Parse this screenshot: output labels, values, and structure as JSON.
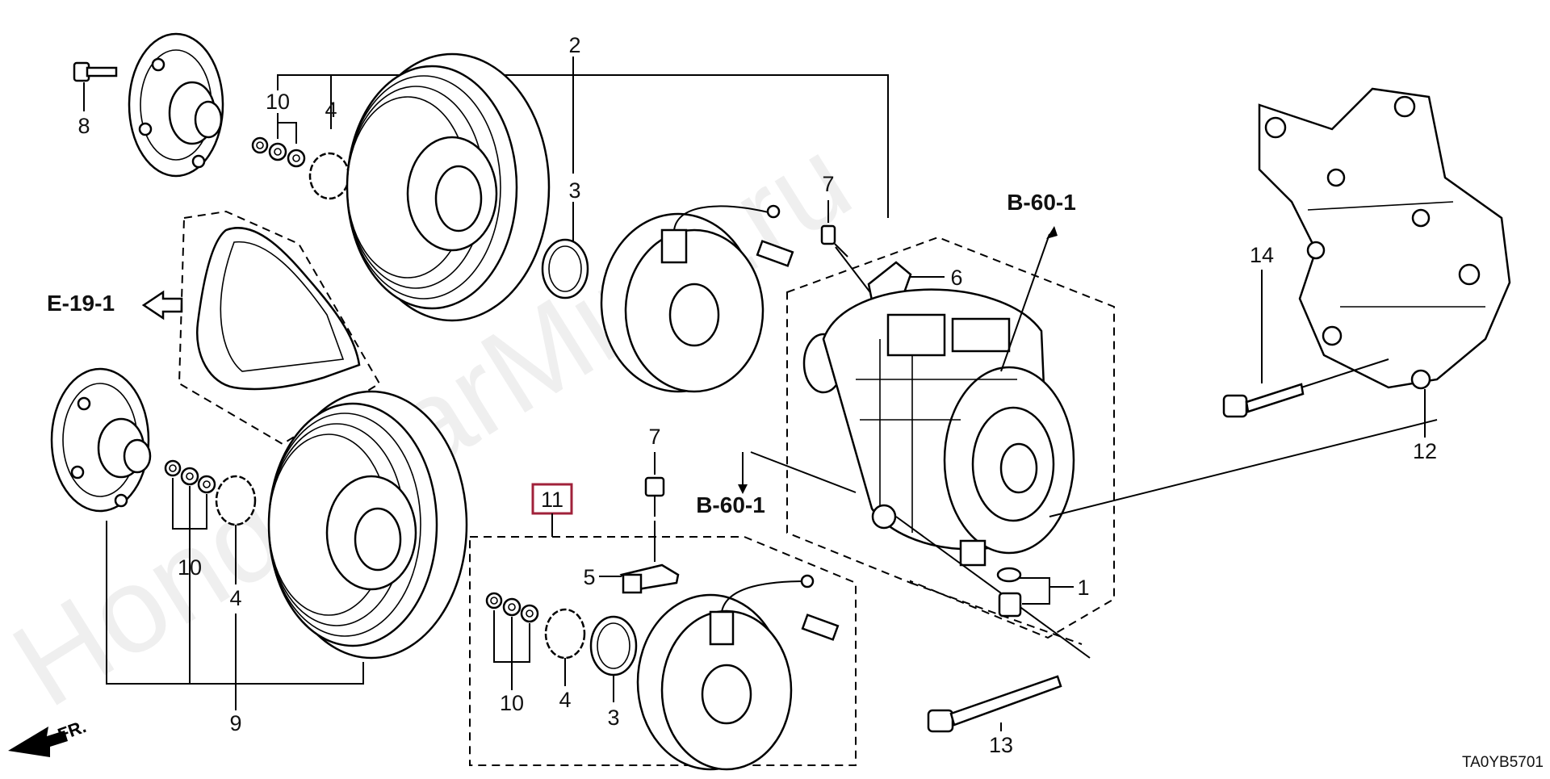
{
  "diagram": {
    "callouts": {
      "c2": "2",
      "c8": "8",
      "c10a": "10",
      "c4a": "4",
      "c3a": "3",
      "c7a": "7",
      "c6": "6",
      "c14": "14",
      "c12": "12",
      "c7b": "7",
      "c5": "5",
      "c1": "1",
      "c10b": "10",
      "c4b": "4",
      "c9": "9",
      "c10c": "10",
      "c4c": "4",
      "c3b": "3",
      "c13": "13",
      "c11": "11"
    },
    "refs": {
      "b601_top": "B-60-1",
      "b601_mid": "B-60-1",
      "e191": "E-19-1"
    },
    "front_label": "FR.",
    "diagram_code": "TA0YB5701",
    "watermark": "HondaCarMine.ru",
    "highlight_color": "#a0213a"
  }
}
